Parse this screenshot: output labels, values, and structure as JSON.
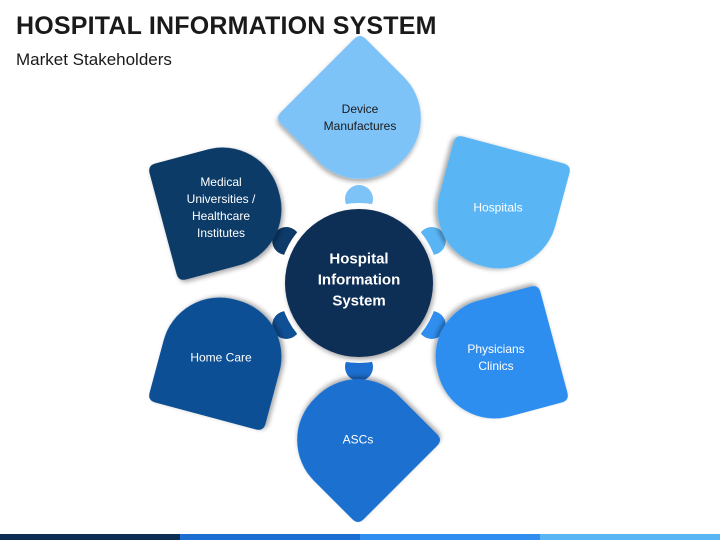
{
  "header": {
    "title": "HOSPITAL INFORMATION SYSTEM",
    "subtitle": "Market Stakeholders"
  },
  "diagram": {
    "center": {
      "label_lines": [
        "Hospital",
        "Information",
        "System"
      ],
      "color": "#0d2d55"
    },
    "nodes": [
      {
        "id": "device-manufactures",
        "lines": [
          "Device",
          "Manufactures"
        ],
        "color": "#7ec3f8",
        "text": "dark"
      },
      {
        "id": "hospitals",
        "lines": [
          "Hospitals"
        ],
        "color": "#5ab5f5",
        "text": "light"
      },
      {
        "id": "physicians-clinics",
        "lines": [
          "Physicians",
          "Clinics"
        ],
        "color": "#2f8ef0",
        "text": "light"
      },
      {
        "id": "ascs",
        "lines": [
          "ASCs"
        ],
        "color": "#1c6fd0",
        "text": "light"
      },
      {
        "id": "home-care",
        "lines": [
          "Home Care"
        ],
        "color": "#0f4f94",
        "text": "light"
      },
      {
        "id": "medical-universities",
        "lines": [
          "Medical",
          "Universities /",
          "Healthcare",
          "Institutes"
        ],
        "color": "#0d3a68",
        "text": "light"
      }
    ]
  },
  "footer": {
    "bar_colors": [
      "#0d2d55",
      "#1c6fd0",
      "#2f8ef0",
      "#5ab5f5"
    ]
  }
}
